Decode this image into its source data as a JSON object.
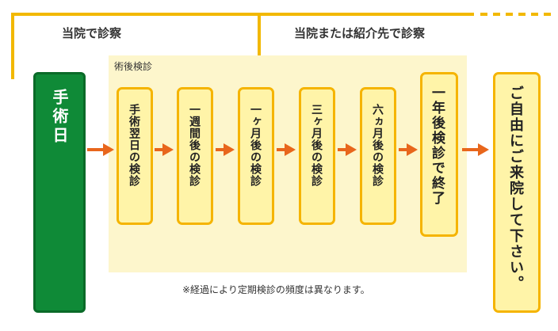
{
  "header": {
    "own_clinic_label": "当院で診察",
    "own_or_referral_label": "当院または紹介先で診察"
  },
  "panel": {
    "title": "術後検診"
  },
  "surgery": {
    "label": "手術日"
  },
  "steps": [
    {
      "label": "手術翌日の検診"
    },
    {
      "label": "一週間後の検診"
    },
    {
      "label": "一ヶ月後の検診"
    },
    {
      "label": "三ヶ月後の検診"
    },
    {
      "label": "六ヵ月後の検診"
    },
    {
      "label": "一年後検診で終了"
    }
  ],
  "final": {
    "label": "ご自由にご来院して下さい。"
  },
  "note": {
    "text": "※経過により定期検診の頻度は異なります。"
  },
  "colors": {
    "bracket": "#f2b800",
    "surgery_fill": "#0f8a37",
    "step_fill": "#fff4a8",
    "step_border": "#f5b400",
    "arrow": "#e8661c",
    "panel_bg": "#fdf6cc"
  }
}
